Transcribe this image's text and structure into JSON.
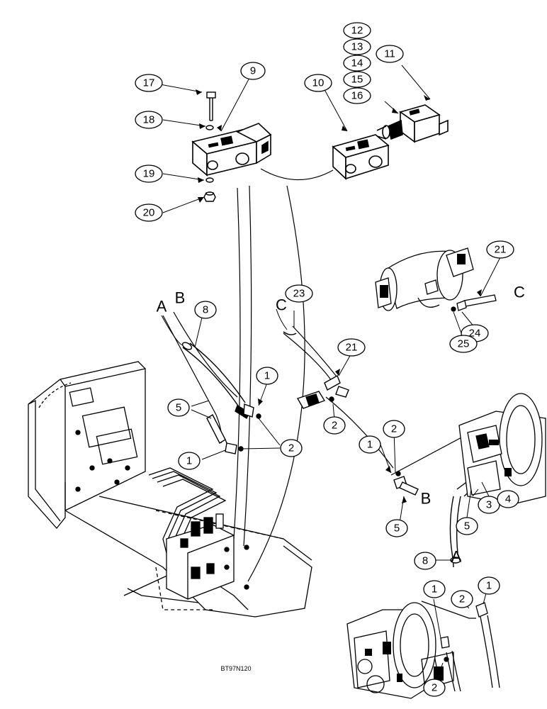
{
  "figure_code": "BT97N120",
  "callouts": {
    "c12": "12",
    "c13": "13",
    "c14": "14",
    "c15": "15",
    "c16": "16",
    "c11": "11",
    "c17": "17",
    "c9": "9",
    "c10": "10",
    "c18": "18",
    "c19": "19",
    "c20": "20",
    "c21a": "21",
    "c23": "23",
    "c8a": "8",
    "c21b": "21",
    "c24": "24",
    "c25": "25",
    "c1a": "1",
    "c5a": "5",
    "c2a": "2",
    "c1b": "1",
    "c2b": "2",
    "c1c": "1",
    "c2c": "2",
    "c3": "3",
    "c4": "4",
    "c5b": "5",
    "c5c": "5",
    "c8b": "8",
    "c1d": "1",
    "c2d": "2",
    "c1e": "1",
    "c2e": "2"
  },
  "letters": {
    "a_top": "A",
    "b_top": "B",
    "c_top": "C",
    "c_right": "C",
    "b_right": "B",
    "a_right": "A"
  }
}
